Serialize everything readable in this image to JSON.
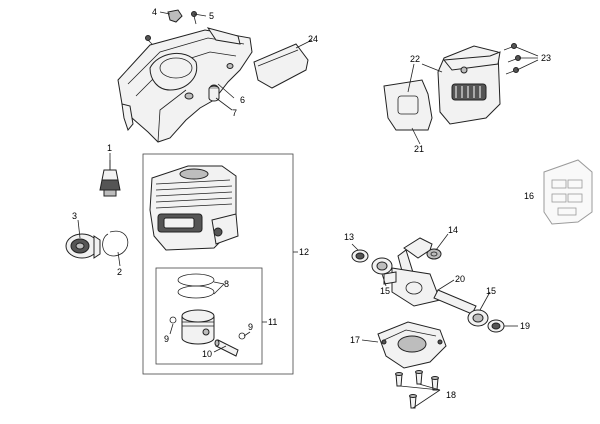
{
  "callouts": {
    "c1": "1",
    "c2": "2",
    "c3": "3",
    "c4": "4",
    "c5": "5",
    "c6": "6",
    "c7": "7",
    "c8": "8",
    "c9a": "9",
    "c9b": "9",
    "c10": "10",
    "c11": "11",
    "c12": "12",
    "c13": "13",
    "c14": "14",
    "c15a": "15",
    "c15b": "15",
    "c16": "16",
    "c17": "17",
    "c18": "18",
    "c19": "19",
    "c20": "20",
    "c21": "21",
    "c22": "22",
    "c23": "23",
    "c24": "24"
  },
  "colors": {
    "line": "#222222",
    "part_fill": "#f2f2f2",
    "shade": "#555555"
  }
}
